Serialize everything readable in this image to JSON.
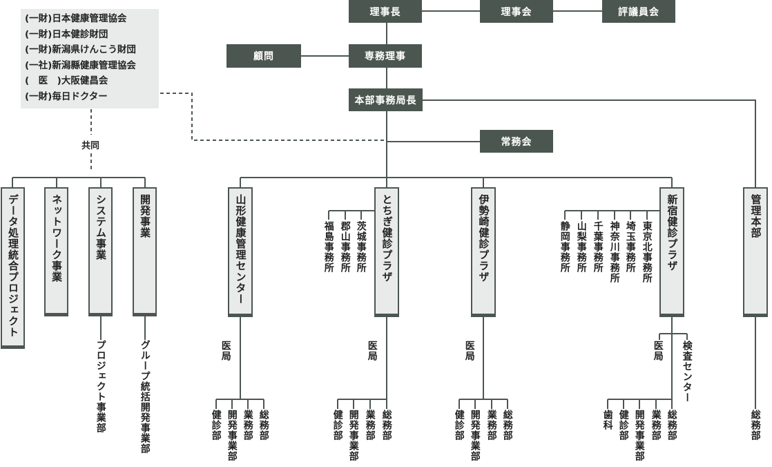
{
  "top": {
    "chairman": "理事長",
    "board": "理事会",
    "councilors": "評議員会",
    "adviser": "顧問",
    "executive_director": "専務理事",
    "hq_director": "本部事務局長",
    "standing_committee": "常務会"
  },
  "partner_orgs": [
    "(一財)日本健康管理協会",
    "(一財)日本健診財団",
    "(一財)新潟県けんこう財団",
    "(一社)新潟縣健康管理協会",
    "(　医　)大阪健昌会",
    "(一財)毎日ドクター"
  ],
  "joint_label": "共同",
  "joint_projects": {
    "data_project": "データ処理統合プロジェクト",
    "network": "ネットワーク事業",
    "system": "システム事業",
    "development": "開発事業",
    "system_sub": "プロジェクト事業部",
    "development_sub": "グループ統括開発事業部"
  },
  "centers": {
    "yamagata": {
      "name": "山形健康管理センター",
      "medical": "医局",
      "departments": [
        "健診部",
        "開発事業部",
        "業務部",
        "総務部"
      ]
    },
    "tochigi": {
      "name": "とちぎ健診プラザ",
      "offices": [
        "福島事務所",
        "郡山事務所",
        "茨城事務所"
      ],
      "medical": "医局",
      "departments": [
        "健診部",
        "開発事業部",
        "業務部",
        "総務部"
      ]
    },
    "isesaki": {
      "name": "伊勢崎健診プラザ",
      "medical": "医局",
      "departments": [
        "健診部",
        "開発事業部",
        "業務部",
        "総務部"
      ]
    },
    "shinjuku": {
      "name": "新宿健診プラザ",
      "offices": [
        "静岡事務所",
        "山梨事務所",
        "千葉事務所",
        "神奈川事務所",
        "埼玉事務所",
        "東京北事務所"
      ],
      "medical": "医局",
      "inspection": "検査センター",
      "departments": [
        "歯科",
        "健診部",
        "開発事業部",
        "業務部",
        "総務部"
      ]
    },
    "management": {
      "name": "管理本部",
      "departments": [
        "総務部"
      ]
    }
  }
}
